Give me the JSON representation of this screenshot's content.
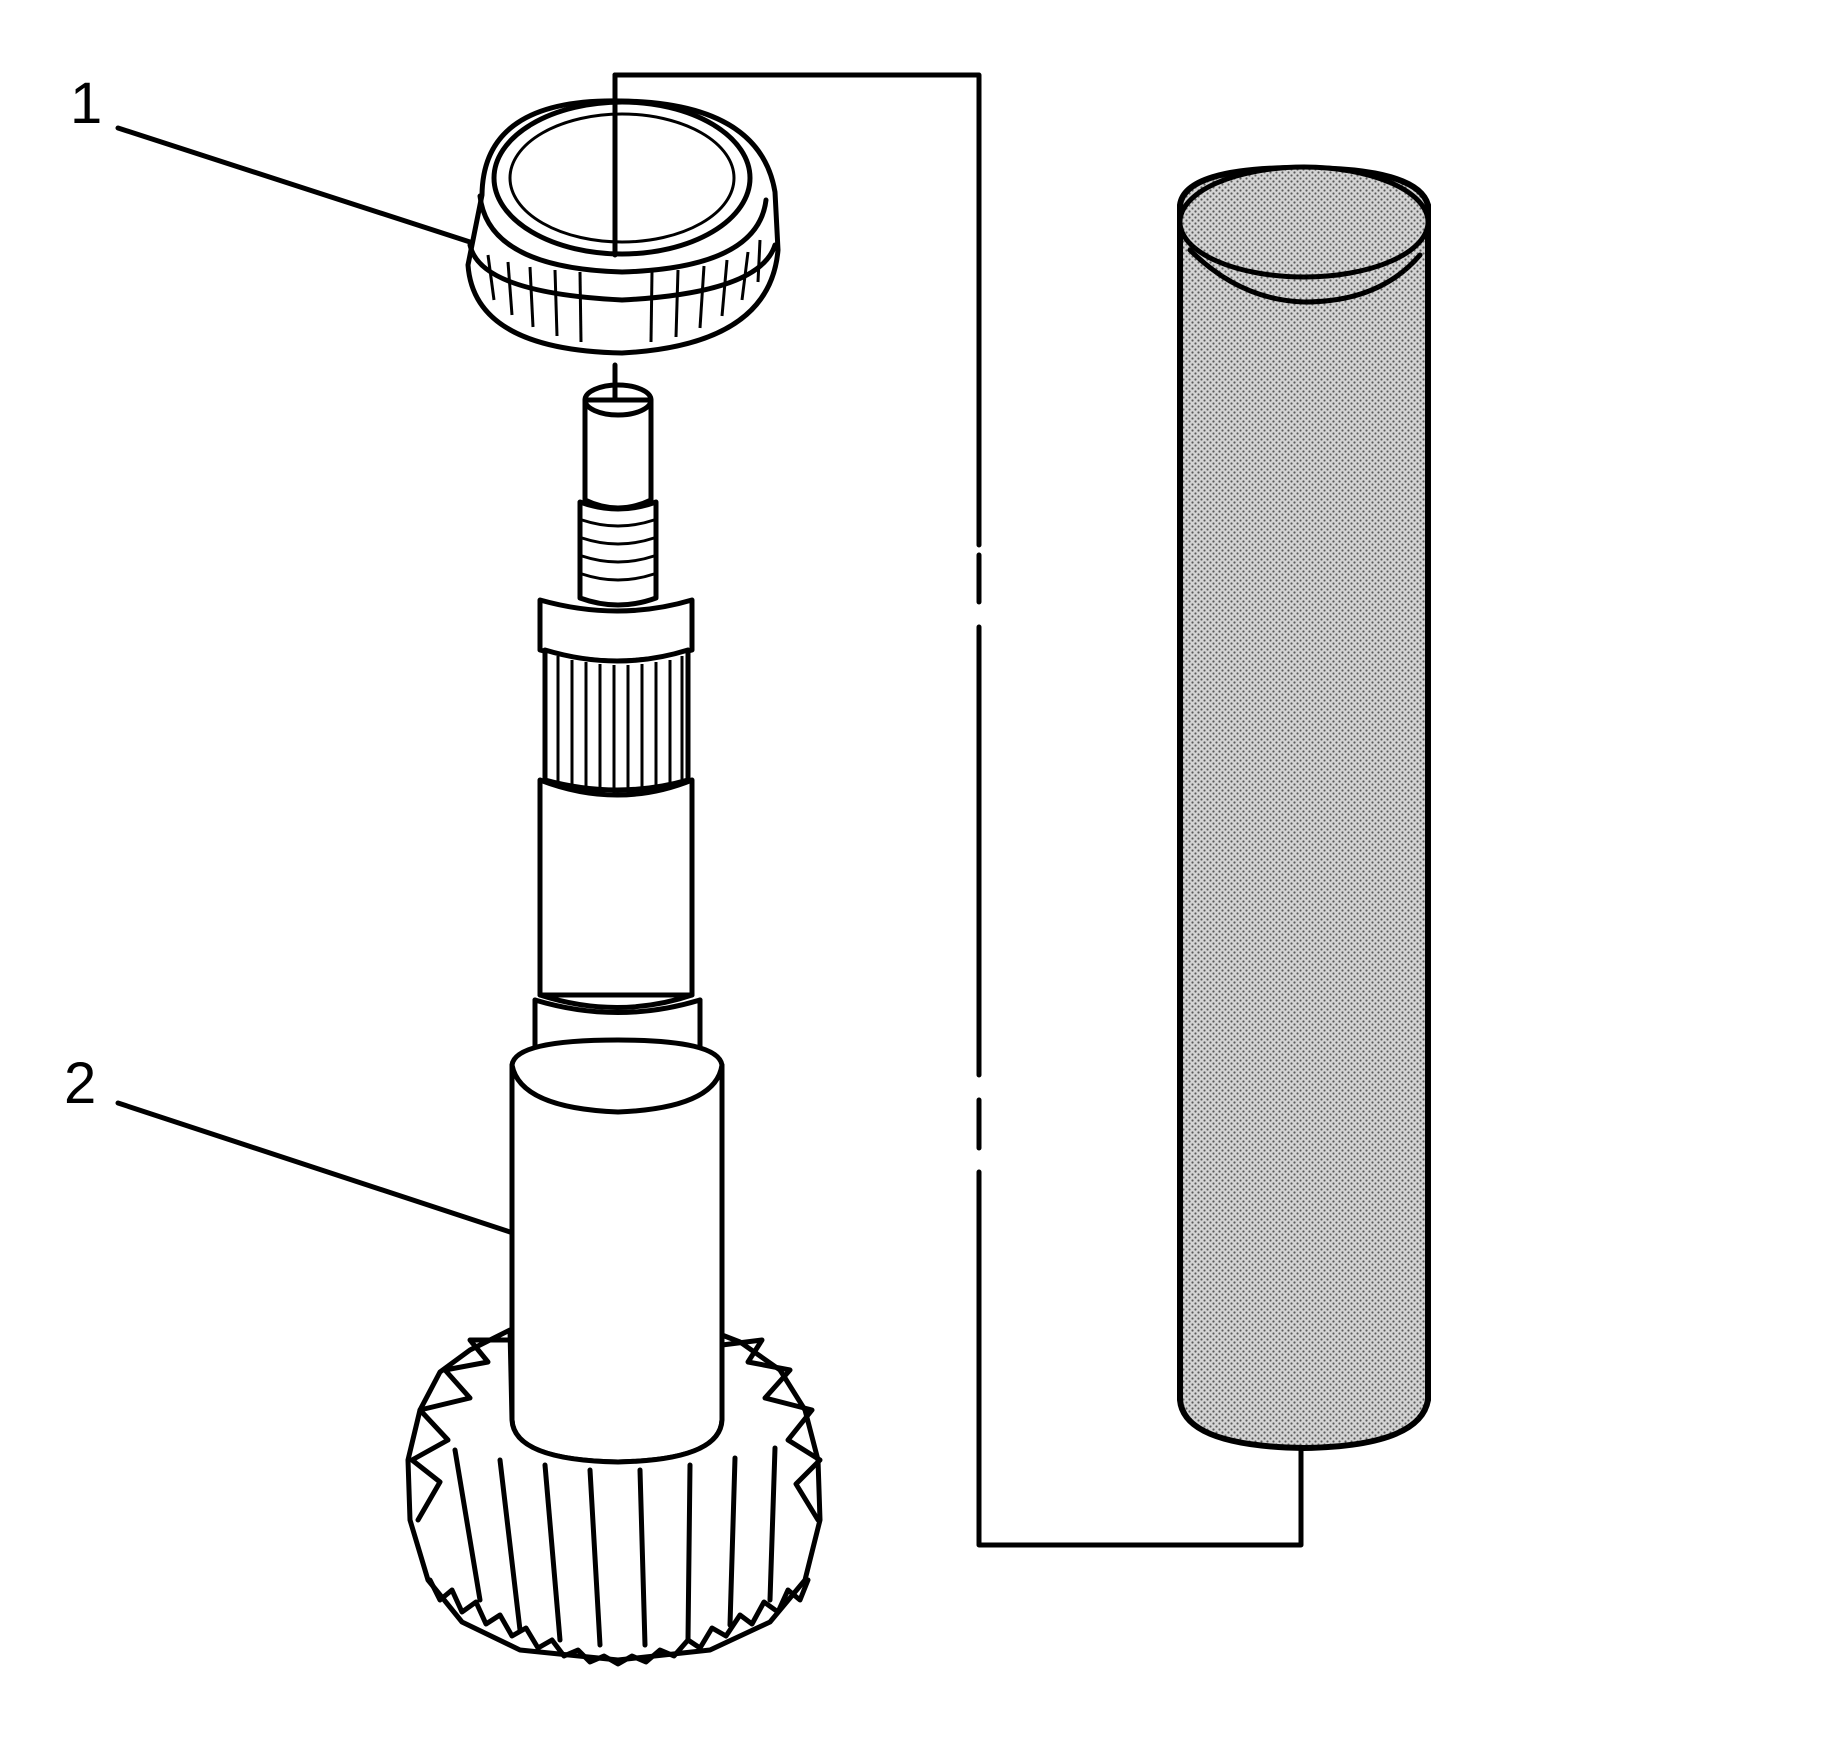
{
  "callouts": [
    {
      "number": "1",
      "part": "bearing-cone"
    },
    {
      "number": "2",
      "part": "input-shaft"
    }
  ],
  "colors": {
    "ink": "#000000",
    "background": "#ffffff",
    "tool_fill": "#c8c8c8"
  },
  "icons": {
    "tool": "bearing-installer-tube",
    "bearing": "tapered-roller-bearing",
    "shaft": "gear-shaft"
  }
}
